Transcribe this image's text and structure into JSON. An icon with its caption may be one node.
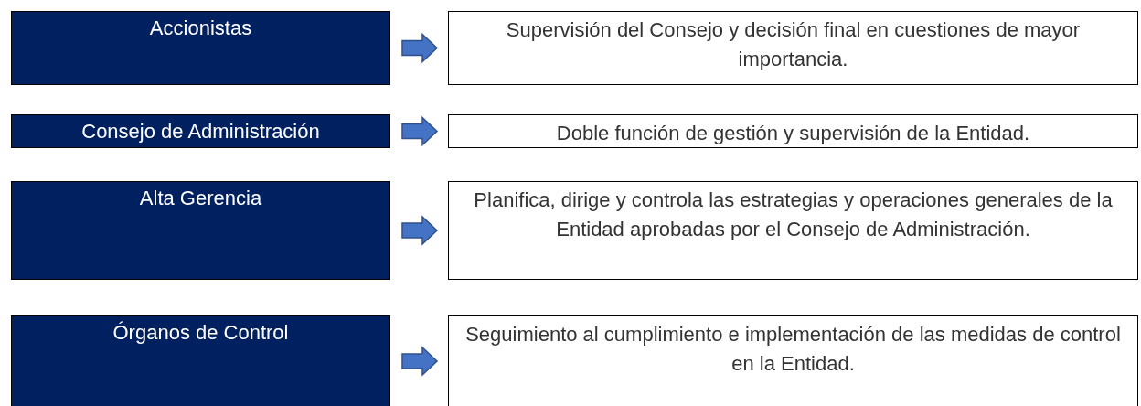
{
  "diagram": {
    "nodes": [
      {
        "text": [
          "Accionistas"
        ]
      },
      {
        "text": [
          "Supervisión del Consejo y decisión final en cuestiones de mayor importancia."
        ]
      },
      {
        "text": [
          "Consejo de Administración"
        ]
      },
      {
        "text": [
          "Doble función de gestión y supervisión de la Entidad."
        ]
      },
      {
        "text": [
          "Alta Gerencia"
        ]
      },
      {
        "text": [
          "Planifica, dirige y controla las estrategias y operaciones generales de la Entidad aprobadas por el Consejo de Administración."
        ]
      },
      {
        "text": [
          "Órganos de Control"
        ]
      },
      {
        "text": [
          "Seguimiento al cumplimiento e implementación de las medidas de control en la Entidad."
        ]
      }
    ],
    "edges": [
      {
        "from": 0,
        "to": 1,
        "arrow": "to"
      },
      {
        "from": 2,
        "to": 3,
        "arrow": "to"
      },
      {
        "from": 4,
        "to": 5,
        "arrow": "to"
      },
      {
        "from": 6,
        "to": 7,
        "arrow": "to"
      }
    ]
  }
}
